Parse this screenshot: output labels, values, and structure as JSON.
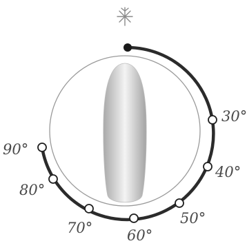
{
  "dial": {
    "mode_icon": "snowflake-defrost-icon",
    "start_indicator_icon": "filled-dot-icon",
    "marks": [
      {
        "label": "30°",
        "name": "temp-mark-30"
      },
      {
        "label": "40°",
        "name": "temp-mark-40"
      },
      {
        "label": "50°",
        "name": "temp-mark-50"
      },
      {
        "label": "60°",
        "name": "temp-mark-60"
      },
      {
        "label": "70°",
        "name": "temp-mark-70"
      },
      {
        "label": "80°",
        "name": "temp-mark-80"
      },
      {
        "label": "90°",
        "name": "temp-mark-90"
      }
    ]
  },
  "colors": {
    "arc": "#2b2b2b",
    "knob_outline": "#9a9a9a",
    "handle": "#c4c4c4",
    "label": "#4a4a4a"
  }
}
